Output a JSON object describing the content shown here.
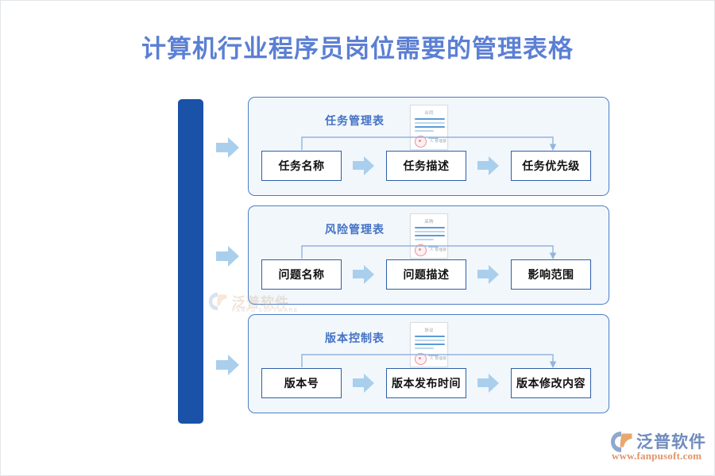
{
  "page": {
    "title": "计算机行业程序员岗位需要的管理表格",
    "accent_blue": "#1a52a8",
    "arrow_blue": "#a9cfed",
    "panel_fill": "#f2f7fc",
    "panel_border": "#4a7ec4",
    "section_title_color": "#4472c4",
    "title_color": "#5b7fd4"
  },
  "sections": [
    {
      "title": "任务管理表",
      "doc_icon": {
        "name": "contract-document-icon",
        "doc_title": "合同",
        "signature_text": "人 管理部"
      },
      "fields": [
        {
          "label": "任务名称"
        },
        {
          "label": "任务描述"
        },
        {
          "label": "任务优先级"
        }
      ]
    },
    {
      "title": "风险管理表",
      "doc_icon": {
        "name": "purchase-document-icon",
        "doc_title": "采购",
        "signature_text": "人 管理部"
      },
      "fields": [
        {
          "label": "问题名称"
        },
        {
          "label": "问题描述"
        },
        {
          "label": "影响范围"
        }
      ]
    },
    {
      "title": "版本控制表",
      "doc_icon": {
        "name": "agreement-document-icon",
        "doc_title": "协议",
        "signature_text": "人 管理部"
      },
      "fields": [
        {
          "label": "版本号"
        },
        {
          "label": "版本发布时间"
        },
        {
          "label": "版本修改内容"
        }
      ]
    }
  ],
  "watermark": {
    "cn": "泛普软件",
    "en": "FANPU SOFTWARE"
  },
  "brand": {
    "cn": "泛普软件",
    "url": "www.fanpusoft.com"
  }
}
